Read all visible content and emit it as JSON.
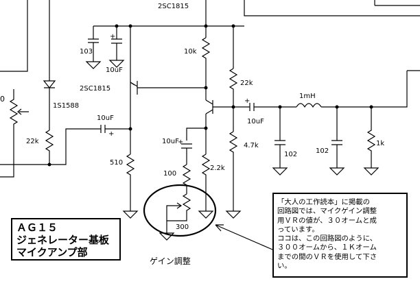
{
  "components": {
    "q_top_label": "2SC1815",
    "q_left_label": "2SC1815",
    "d1_label": "1S1588",
    "c_103": "103",
    "c_10uf_top": "10uF",
    "c_10uf_in": "10uF",
    "c_10uf_gain": "10uF",
    "c_10uf_out": "10uF",
    "r_10k": "10k",
    "r_22k_left": "22k",
    "r_22k_right": "22k",
    "r_510": "510",
    "r_100": "100",
    "r_2_2k": "2.2k",
    "r_4_7k": "4.7k",
    "l_1mh": "1mH",
    "c_102_a": "102",
    "c_102_b": "102",
    "r_1k": "1k",
    "vr_300": "300",
    "left_partial": "0"
  },
  "title_box": {
    "line1": "ＡＧ１５",
    "line2": "ジェネレーター基板",
    "line3": "マイクアンプ部"
  },
  "caption": "ゲイン調整",
  "note": {
    "line1": "「大人の工作読本」に掲載の",
    "line2": "回路図では、マイクゲイン調整",
    "line3": "用ＶＲの値が、３０オームと成",
    "line4": "っています。",
    "line5": "ココは、この回路図のように、",
    "line6": "３００オームから、１Ｋオーム",
    "line7": "までの間のＶＲを使用して下さ",
    "line8": "い。"
  }
}
